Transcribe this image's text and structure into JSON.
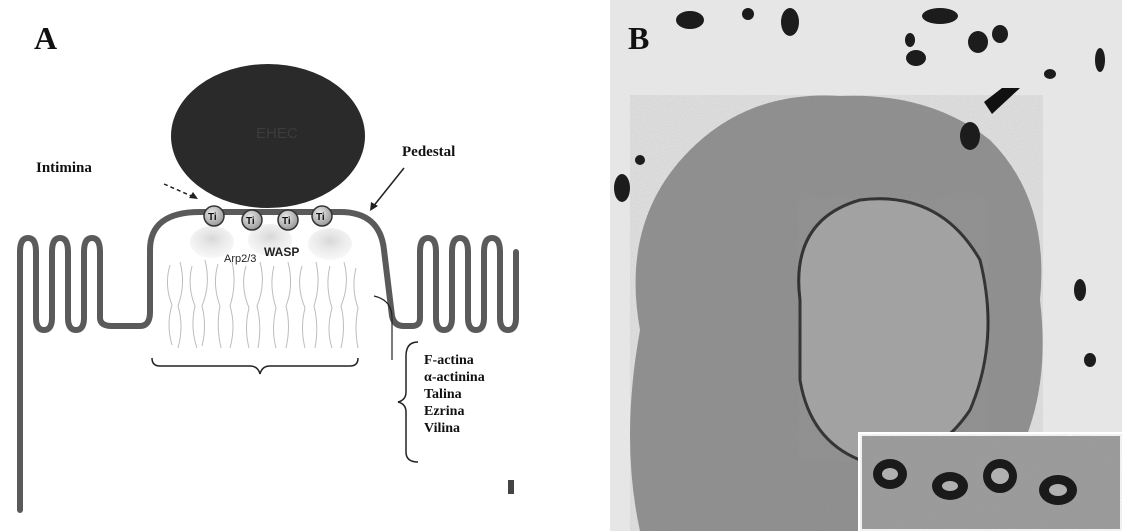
{
  "panel_a": {
    "letter": "A",
    "bacterium_label": "EHEC",
    "intimina_label": "Intimina",
    "pedestal_label": "Pedestal",
    "receptor_label": "Ti",
    "arp_label": "Arp2/3",
    "wasp_label": "WASP",
    "proteins": [
      "F-actina",
      "α-actinina",
      "Talina",
      "Ezrina",
      "Vilina"
    ]
  },
  "panel_b": {
    "letter": "B"
  }
}
